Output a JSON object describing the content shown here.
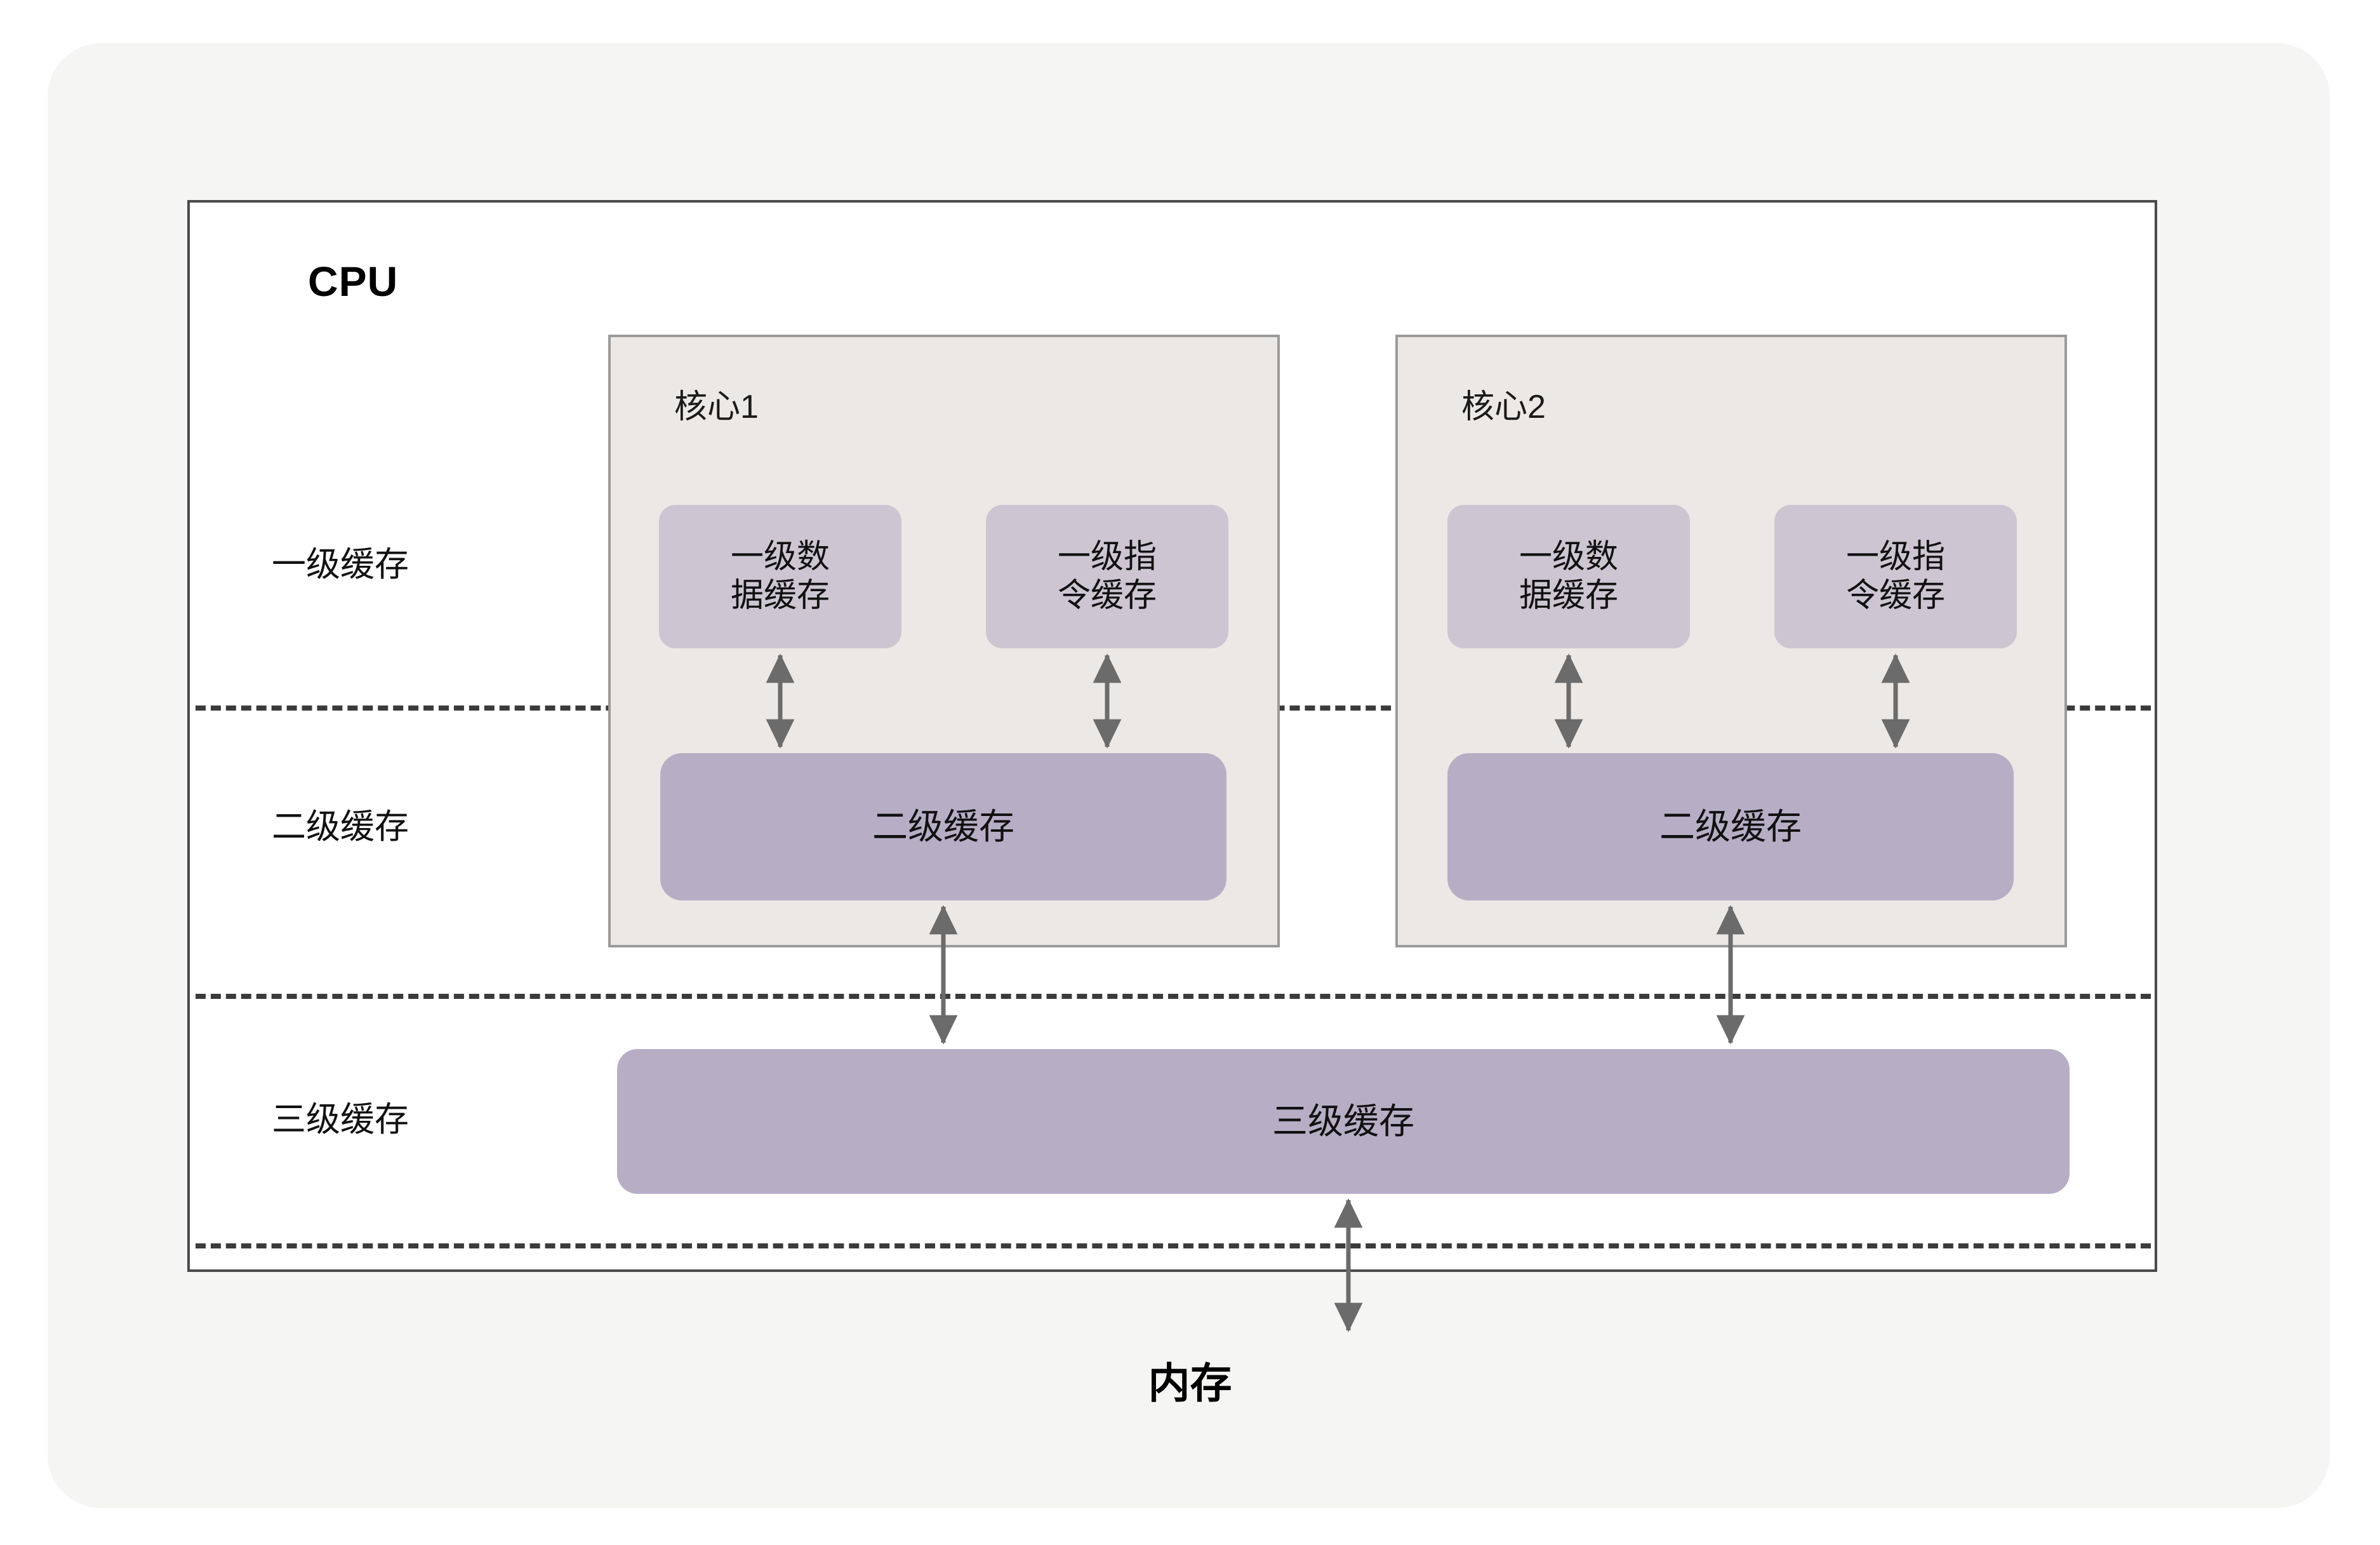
{
  "diagram": {
    "cpu_title": "CPU",
    "memory_label": "内存",
    "tiers": [
      {
        "key": "l1",
        "label": "一级缓存"
      },
      {
        "key": "l2",
        "label": "二级缓存"
      },
      {
        "key": "l3",
        "label": "三级缓存"
      }
    ],
    "cores": [
      {
        "title": "核心1",
        "l1_data": "一级数\n据缓存",
        "l1_instruction": "一级指\n令缓存",
        "l2": "二级缓存"
      },
      {
        "title": "核心2",
        "l1_data": "一级数\n据缓存",
        "l1_instruction": "一级指\n令缓存",
        "l2": "二级缓存"
      }
    ],
    "l3": {
      "label": "三级缓存"
    },
    "colors": {
      "page_background": "#ffffff",
      "card_background": "#f5f5f3",
      "cpu_border": "#4a4a4a",
      "core_background": "#ece8e5",
      "core_border": "#9b9b9b",
      "l1_fill": "#cdc6d2",
      "l2_fill": "#b7aec6",
      "l3_fill": "#b7aec6",
      "arrow": "#6b6b6b",
      "dashed_separator": "#3b3b3b",
      "text": "#111111"
    }
  }
}
